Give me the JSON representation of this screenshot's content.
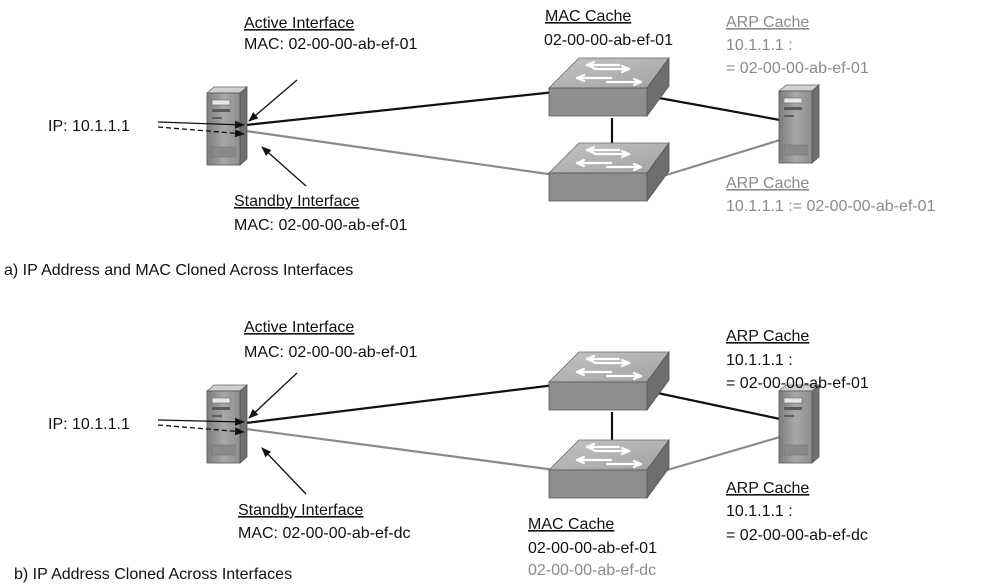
{
  "colors": {
    "text": "#111111",
    "muted_text": "#8a8a8a",
    "active_link": "#111111",
    "standby_link": "#8a8a8a",
    "device": "#9a9a9a"
  },
  "icons": {
    "server": "server-icon",
    "switch": "switch-icon"
  },
  "panel_a": {
    "caption": "a) IP Address and MAC Cloned Across Interfaces",
    "ip_label": "IP: 10.1.1.1",
    "active_interface": {
      "title": "Active Interface",
      "mac": "MAC: 02-00-00-ab-ef-01"
    },
    "standby_interface": {
      "title": "Standby Interface",
      "mac": "MAC: 02-00-00-ab-ef-01"
    },
    "mac_cache": {
      "title": "MAC Cache",
      "entry": "02-00-00-ab-ef-01"
    },
    "arp_cache_top": {
      "title": "ARP Cache",
      "line1": "10.1.1.1 :",
      "line2": "= 02-00-00-ab-ef-01"
    },
    "arp_cache_bottom": {
      "title": "ARP Cache",
      "line1": "10.1.1.1 := 02-00-00-ab-ef-01"
    }
  },
  "panel_b": {
    "caption": "b) IP Address Cloned Across Interfaces",
    "ip_label": "IP: 10.1.1.1",
    "active_interface": {
      "title": "Active Interface",
      "mac": "MAC: 02-00-00-ab-ef-01"
    },
    "standby_interface": {
      "title": "Standby Interface",
      "mac": "MAC: 02-00-00-ab-ef-dc"
    },
    "mac_cache": {
      "title": "MAC Cache",
      "entry1": "02-00-00-ab-ef-01",
      "entry2": "02-00-00-ab-ef-dc"
    },
    "arp_cache_top": {
      "title": "ARP Cache",
      "line1": "10.1.1.1 :",
      "line2": "= 02-00-00-ab-ef-01"
    },
    "arp_cache_bottom": {
      "title": "ARP Cache",
      "line1": "10.1.1.1 :",
      "line2": "= 02-00-00-ab-ef-dc"
    }
  }
}
